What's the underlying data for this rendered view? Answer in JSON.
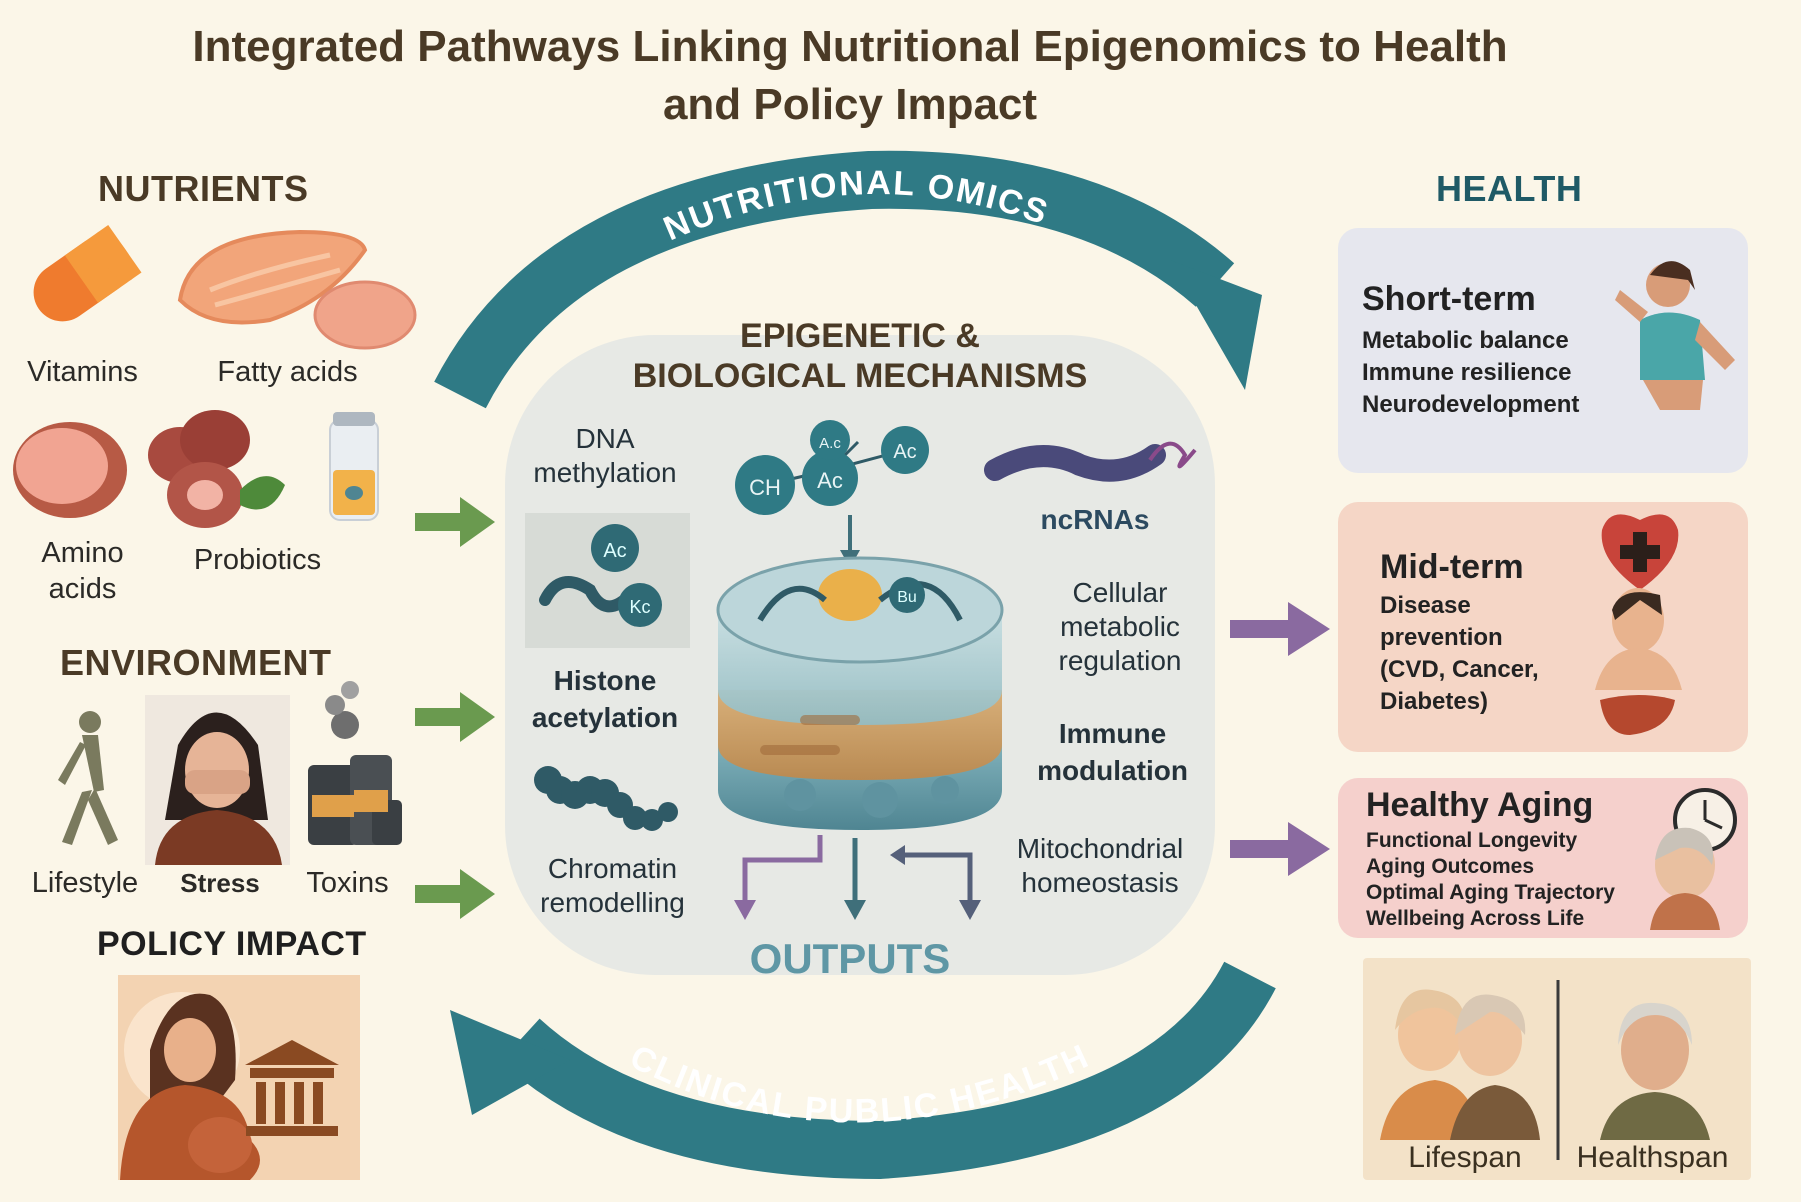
{
  "title": {
    "line1": "Integrated Pathways Linking Nutritional Epigenomics to Health",
    "line2": "and Policy Impact"
  },
  "arcs": {
    "top": "NUTRITIONAL OMICS",
    "bottom": "CLINICAL PUBLIC HEALTH"
  },
  "left": {
    "nutrients_heading": "NUTRIENTS",
    "nutrients": [
      "Vitamins",
      "Fatty acids",
      "Amino acids",
      "Probiotics"
    ],
    "environment_heading": "ENVIRONMENT",
    "environment": [
      "Lifestyle",
      "Stress",
      "Toxins"
    ],
    "policy_heading": "POLICY IMPACT"
  },
  "center": {
    "heading_line1": "EPIGENETIC &",
    "heading_line2": "BIOLOGICAL MECHANISMS",
    "dna_methylation": [
      "DNA",
      "methylation"
    ],
    "ncrnas": "ncRNAs",
    "histone_acetylation": [
      "Histone",
      "acetylation"
    ],
    "chromatin_remodelling": [
      "Chromatin",
      "remodelling"
    ],
    "cellular_metabolic": [
      "Cellular",
      "metabolic",
      "regulation"
    ],
    "immune_modulation": [
      "Immune",
      "modulation"
    ],
    "mitochondrial": [
      "Mitochondrial",
      "homeostasis"
    ],
    "outputs": "OUTPUTS",
    "molecule_labels": [
      "CH",
      "Ac",
      "A.c",
      "Ac",
      "Ac",
      "Kc",
      "Bu"
    ]
  },
  "health": {
    "heading": "HEALTH",
    "short_term": {
      "title": "Short-term",
      "items": [
        "Metabolic balance",
        "Immune resilience",
        "Neurodevelopment"
      ]
    },
    "mid_term": {
      "title": "Mid-term",
      "items": [
        "Disease",
        "prevention",
        "(CVD, Cancer,",
        "Diabetes)"
      ]
    },
    "healthy_aging": {
      "title": "Healthy Aging",
      "items": [
        "Functional Longevity",
        "Aging Outcomes",
        "Optimal Aging Trajectory",
        "Wellbeing Across Life"
      ]
    },
    "lifespan": "Lifespan",
    "healthspan": "Healthspan"
  },
  "colors": {
    "background": "#fbf6e8",
    "teal_arc": "#2f7a85",
    "green_arrow": "#6a9a4f",
    "purple_arrow": "#8a6aa0",
    "short_term_card": "#e6e7ee",
    "mid_term_card": "#f5d6c6",
    "aging_card": "#f5d0cc"
  },
  "icons": [
    "vitamin-capsule-icon",
    "salmon-icon",
    "meat-icon",
    "probiotic-bottle-icon",
    "walking-person-icon",
    "stressed-woman-icon",
    "factory-icon",
    "pregnant-woman-icon",
    "government-building-icon",
    "athlete-icon",
    "heart-plus-icon",
    "man-portrait-icon",
    "liver-icon",
    "clock-icon",
    "elderly-woman-icon",
    "elderly-couple-icon",
    "elderly-man-icon",
    "nucleosome-icon"
  ]
}
